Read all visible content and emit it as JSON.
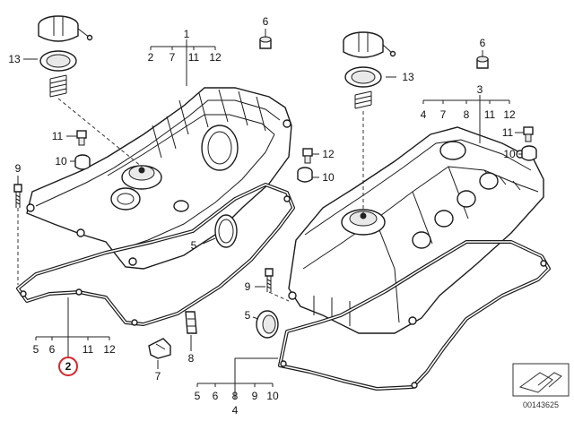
{
  "labels": {
    "l1": "1",
    "l1_sub": [
      "2",
      "7",
      "11",
      "12"
    ],
    "l2": "2",
    "l2_sub": [
      "5",
      "6",
      "11",
      "12"
    ],
    "l3": "3",
    "l3_sub": [
      "4",
      "7",
      "8",
      "11",
      "12"
    ],
    "l4": "4",
    "l4_sub": [
      "5",
      "6",
      "8",
      "9",
      "10"
    ],
    "left_13": "13",
    "right_13": "13",
    "left_6": "6",
    "right_6": "6",
    "left_11": "11",
    "left_10": "10",
    "left_9": "9",
    "mid_12": "12",
    "mid_10": "10",
    "mid_5": "5",
    "mid_9": "9",
    "mid_5b": "5",
    "mid_8": "8",
    "mid_7": "7",
    "right_11": "11",
    "right_10": "10"
  },
  "catalog_number": "00143625",
  "colors": {
    "highlight": "#d3262c",
    "line": "#222222"
  }
}
